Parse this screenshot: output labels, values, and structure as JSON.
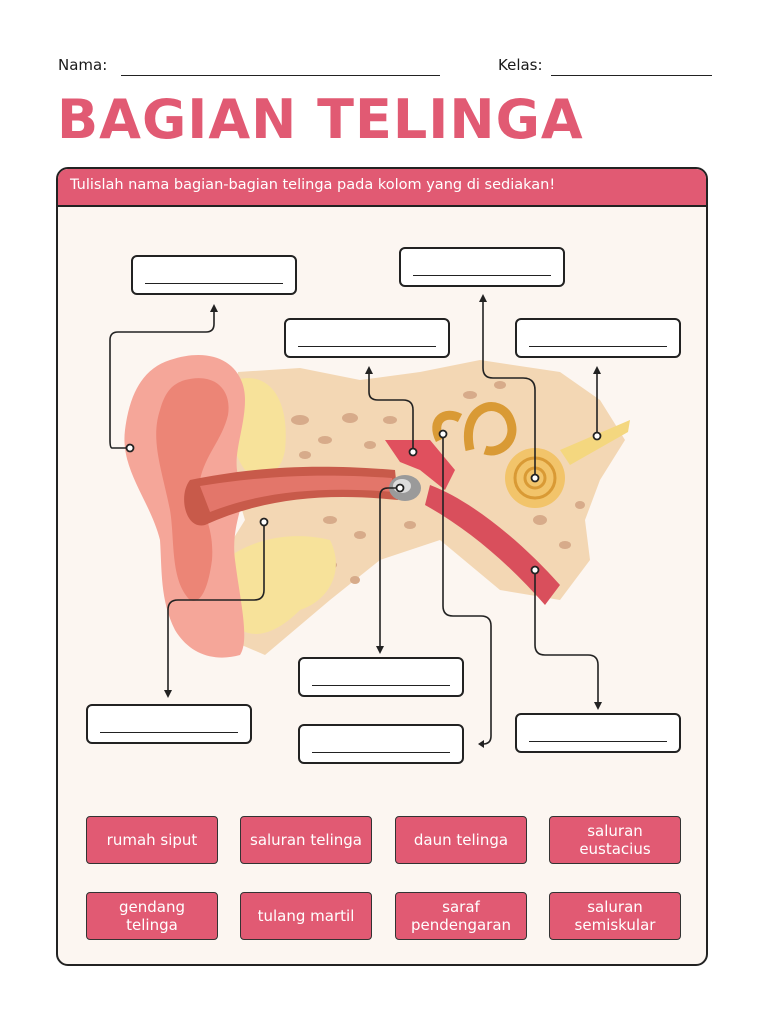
{
  "header": {
    "name_label": "Nama:",
    "class_label": "Kelas:",
    "title": "BAGIAN TELINGA"
  },
  "instruction": "Tulislah nama bagian-bagian telinga pada kolom yang di sediakan!",
  "word_bank": [
    "rumah siput",
    "saluran telinga",
    "daun telinga",
    "saluran eustacius",
    "gendang telinga",
    "tulang martil",
    "saraf pendengaran",
    "saluran semiskular"
  ],
  "colors": {
    "accent": "#e15a73",
    "panel_background": "#fcf6f1",
    "text": "#1a1a1a"
  }
}
